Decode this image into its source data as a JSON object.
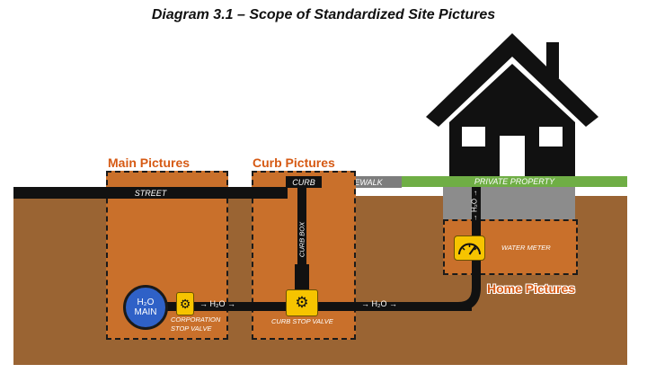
{
  "title": "Diagram 3.1 – Scope of Standardized Site Pictures",
  "areas": {
    "main": "Main Pictures",
    "curb": "Curb Pictures",
    "home": "Home Pictures"
  },
  "ground_labels": {
    "street": "STREET",
    "curb": "CURB",
    "sidewalk": "SIDEWALK",
    "private_property": "PRIVATE PROPERTY"
  },
  "components": {
    "main_line1": "H₂O",
    "main_line2": "MAIN",
    "corporation_valve_line1": "CORPORATION",
    "corporation_valve_line2": "STOP VALVE",
    "curb_box": "CURB BOX",
    "curb_stop_valve": "CURB STOP VALVE",
    "water_meter": "WATER METER"
  },
  "flow_labels": {
    "flow1": "→ H₂O →",
    "flow2": "→ H₂O →",
    "flow_up": "→ H₂O →"
  },
  "colors": {
    "soil": "#9a6433",
    "area_fill": "#c9702b",
    "area_title": "#d65a14",
    "grass": "#6fae45",
    "valve": "#f6c400",
    "main": "#2f61c7"
  },
  "icons": [
    "gear-icon",
    "gauge-icon",
    "house-icon"
  ]
}
